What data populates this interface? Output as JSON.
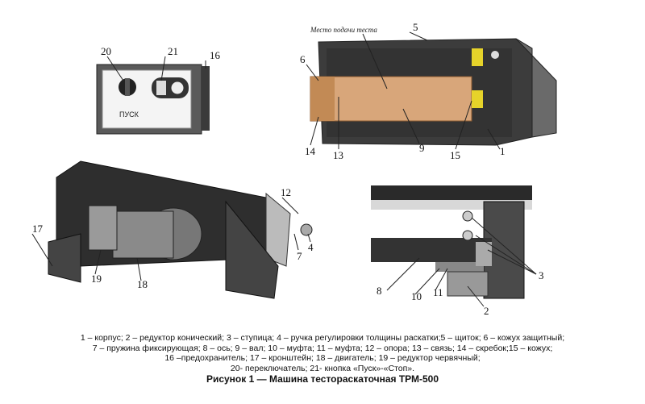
{
  "figure": {
    "panel_switch": {
      "labels": [
        "20",
        "21",
        "16"
      ],
      "start_text": "ПУСК"
    },
    "panel_front": {
      "feed_label": "Место подачи теста",
      "labels": [
        "5",
        "6",
        "14",
        "13",
        "9",
        "15",
        "1"
      ]
    },
    "panel_inside": {
      "labels": [
        "12",
        "17",
        "7",
        "4",
        "19",
        "18"
      ]
    },
    "panel_detail": {
      "labels": [
        "3",
        "8",
        "10",
        "11",
        "2"
      ]
    }
  },
  "legend": {
    "lines": [
      "1 – корпус; 2 – редуктор конический; 3 – ступица; 4 – ручка регулировки толщины раскатки;5 – щиток; 6 – кожух защитный;",
      "7 – пружина фиксирующая; 8 – ось; 9 – вал; 10 – муфта; 11 – муфта; 12 – опора; 13 – связь; 14 – скребок;15 – кожух;",
      "16 –предохранитель; 17 – кронштейн; 18 – двигатель; 19 – редуктор червячный;",
      "20-  переключатель; 21- кнопка «Пуск»-«Стоп»."
    ],
    "caption": "Рисунок 1 — Машина тестораскаточная ТРМ-500"
  }
}
